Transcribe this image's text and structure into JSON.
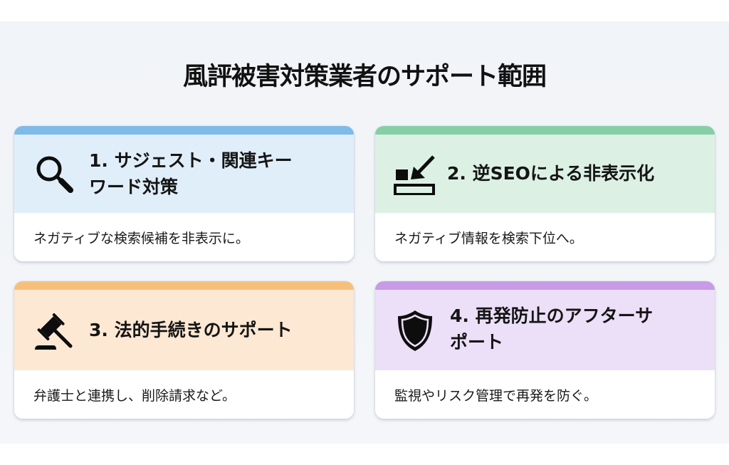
{
  "page": {
    "title": "風評被害対策業者のサポート範囲",
    "background_color": "#f3f5f8"
  },
  "cards": [
    {
      "number": "1",
      "title": "1. サジェスト・関連キーワード対策",
      "title_line1": "1. サジェスト・関連キー",
      "title_line2": "ワード対策",
      "description": "ネガティブな検索候補を非表示に。",
      "icon": "magnifying-glass-icon",
      "bar_color": "#7fbbe8",
      "header_color": "#e0eefa"
    },
    {
      "number": "2",
      "title": "2. 逆SEOによる非表示化",
      "title_line1": "2. 逆SEOによる非表示化",
      "title_line2": "",
      "description": "ネガティブ情報を検索下位へ。",
      "icon": "push-down-icon",
      "bar_color": "#86cfa6",
      "header_color": "#dcf1e4"
    },
    {
      "number": "3",
      "title": "3. 法的手続きのサポート",
      "title_line1": "3. 法的手続きのサポート",
      "title_line2": "",
      "description": "弁護士と連携し、削除請求など。",
      "icon": "gavel-icon",
      "bar_color": "#f7c07a",
      "header_color": "#fde8d4"
    },
    {
      "number": "4",
      "title": "4. 再発防止のアフターサポート",
      "title_line1": "4. 再発防止のアフターサ",
      "title_line2": "ポート",
      "description": "監視やリスク管理で再発を防ぐ。",
      "icon": "shield-icon",
      "bar_color": "#c79be6",
      "header_color": "#ecdff8"
    }
  ]
}
